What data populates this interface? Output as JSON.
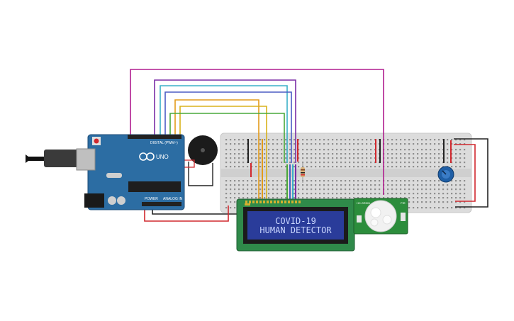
{
  "lcd": {
    "line1": "COVID-19",
    "line2": "HUMAN DETECTOR"
  },
  "arduino": {
    "brand": "UNO",
    "digital_label": "DIGITAL (PWM~)",
    "analog_label": "ANALOG IN",
    "power_label": "POWER"
  },
  "pir": {
    "left_label": "HC-SR501",
    "right_label": "PIR"
  },
  "colors": {
    "board_blue": "#2c6da3",
    "breadboard": "#dcdcdc",
    "lcd_pcb": "#2f8a4a",
    "lcd_screen": "#2a3c9a",
    "pir_pcb": "#2c8d3c",
    "wire_magenta": "#b01e8f",
    "wire_purple": "#7a2da6",
    "wire_cyan": "#3ab0c8",
    "wire_blue": "#4b5cc4",
    "wire_orange": "#e39b1a",
    "wire_yellow": "#d8b21c",
    "wire_green": "#49a83a",
    "wire_red": "#d1282e",
    "wire_black": "#222222",
    "potentiometer": "#1f5fa6"
  }
}
